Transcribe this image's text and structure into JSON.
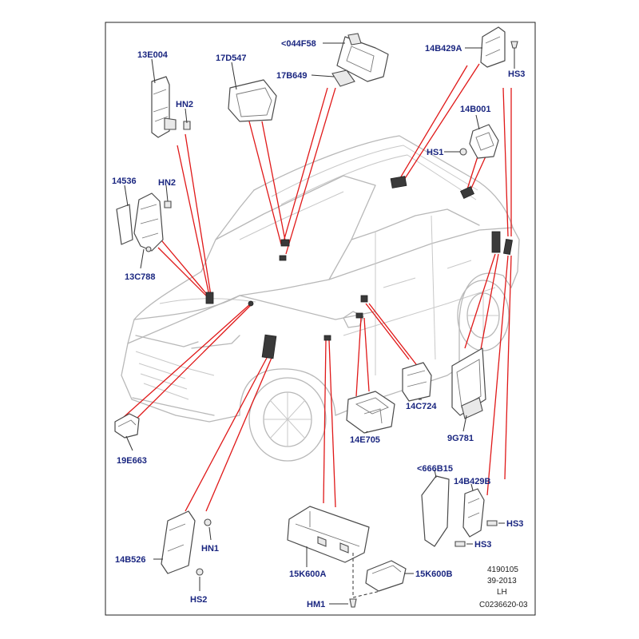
{
  "labels": {
    "p13E004": "13E004",
    "p17D547": "17D547",
    "p044F58": "<044F58",
    "p17B649": "17B649",
    "p14B429A": "14B429A",
    "pHS3_top": "HS3",
    "pHN2_a": "HN2",
    "p14B001": "14B001",
    "pHS1": "HS1",
    "p14536": "14536",
    "pHN2_b": "HN2",
    "p13C788": "13C788",
    "p14C724": "14C724",
    "p9G781": "9G781",
    "p14E705": "14E705",
    "p19E663": "19E663",
    "p666B15": "<666B15",
    "p14B429B": "14B429B",
    "pHS3_mid": "HS3",
    "pHS3_low": "HS3",
    "p14B526": "14B526",
    "pHN1": "HN1",
    "pHS2": "HS2",
    "p15K600A": "15K600A",
    "p15K600B": "15K600B",
    "pHM1": "HM1"
  },
  "reference": {
    "line1": "4190105",
    "line2": "39-2013",
    "line3": "LH",
    "line4": "C0236620-03"
  },
  "colors": {
    "leader": "#e01818",
    "label": "#1a2680",
    "vehicle_outline": "#b8b8b8"
  }
}
